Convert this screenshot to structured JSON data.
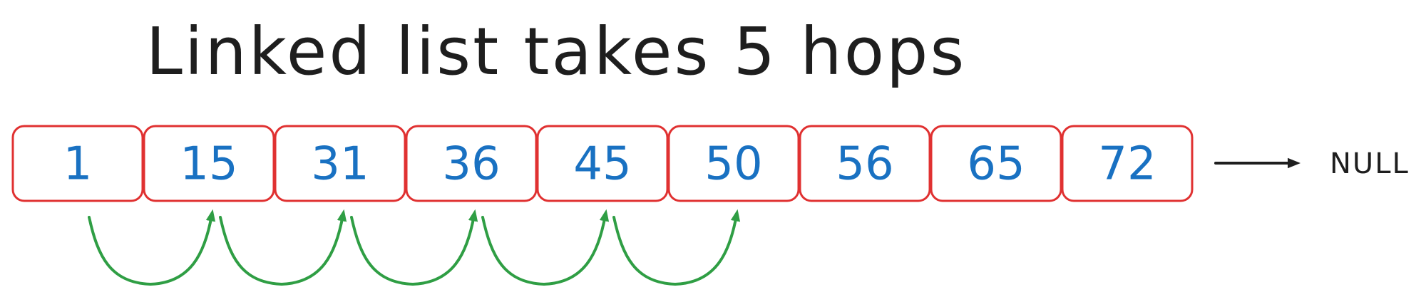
{
  "title": "Linked list takes 5 hops",
  "nodes": [
    "1",
    "15",
    "31",
    "36",
    "45",
    "50",
    "56",
    "65",
    "72"
  ],
  "terminal_label": "NULL",
  "hops": [
    {
      "from": "1",
      "to": "15"
    },
    {
      "from": "15",
      "to": "31"
    },
    {
      "from": "31",
      "to": "36"
    },
    {
      "from": "36",
      "to": "45"
    },
    {
      "from": "45",
      "to": "50"
    }
  ],
  "colors": {
    "title": "#1e1e1e",
    "node_border": "#e03131",
    "node_text": "#1971c2",
    "hop_arrow": "#2f9e44",
    "null_arrow": "#1e1e1e"
  }
}
